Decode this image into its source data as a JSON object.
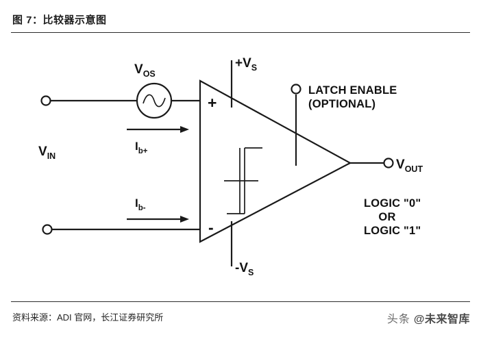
{
  "figure": {
    "title": "图 7：比较器示意图"
  },
  "footer": {
    "source": "资料来源：ADI 官网，长江证券研究所",
    "watermark_platform": "头条",
    "watermark_account": "@未来智库"
  },
  "diagram": {
    "type": "comparator-schematic",
    "labels": {
      "vin": "V",
      "vin_sub": "IN",
      "vos": "V",
      "vos_sub": "OS",
      "ib_plus": "I",
      "ib_plus_sub": "b+",
      "ib_minus": "I",
      "ib_minus_sub": "b-",
      "vs_pos": "+V",
      "vs_pos_sub": "S",
      "vs_neg": "-V",
      "vs_neg_sub": "S",
      "vout": "V",
      "vout_sub": "OUT",
      "latch_line1": "LATCH ENABLE",
      "latch_line2": "(OPTIONAL)",
      "logic_line1": "LOGIC \"0\"",
      "logic_line2": "OR",
      "logic_line3": "LOGIC \"1\"",
      "input_plus": "+",
      "input_minus": "-"
    },
    "colors": {
      "line": "#1a1a1a",
      "background": "#ffffff",
      "text": "#111111"
    }
  }
}
